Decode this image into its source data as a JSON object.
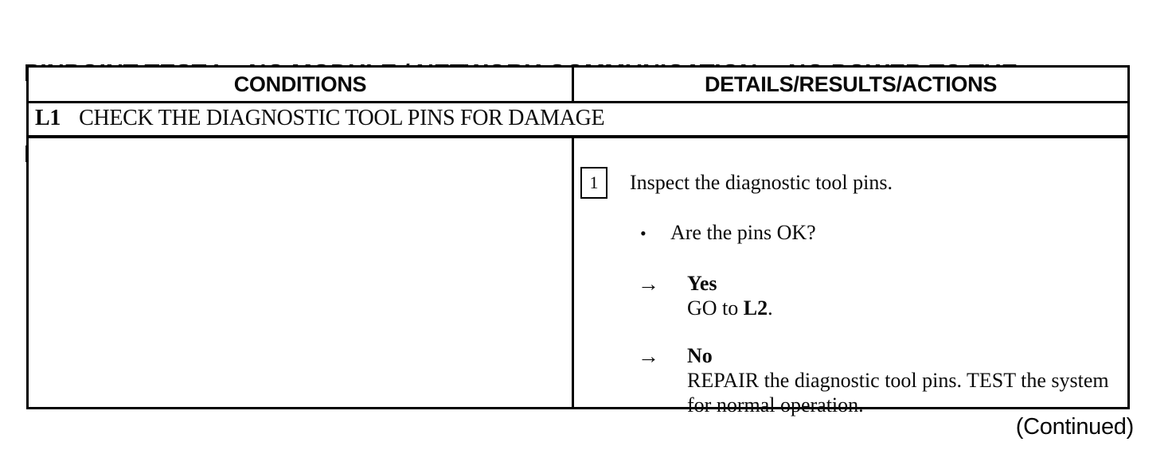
{
  "title": {
    "lines": [
      "PINPOINT TEST L:  NO MODULE / NETWORK COMMUNICATION —NO POWER TO THE",
      "DIAGNOSTIC TOOL"
    ]
  },
  "table": {
    "headers": {
      "conditions": "CONDITIONS",
      "details": "DETAILS/RESULTS/ACTIONS"
    },
    "test_step": {
      "id": "L1",
      "title": "CHECK THE DIAGNOSTIC TOOL PINS FOR DAMAGE"
    },
    "details_cell": {
      "step_number": "1",
      "instruction": "Inspect the diagnostic tool pins.",
      "bullet_glyph": "•",
      "question": "Are the pins OK?",
      "arrow_glyph": "→",
      "outcomes": [
        {
          "label": "Yes",
          "action_parts": [
            {
              "t": "GO to ",
              "b": false
            },
            {
              "t": "L2",
              "b": true
            },
            {
              "t": ".",
              "b": false
            }
          ]
        },
        {
          "label": "No",
          "action_parts": [
            {
              "t": "REPAIR the diagnostic tool pins. TEST the system for normal operation.",
              "b": false
            }
          ]
        }
      ]
    }
  },
  "footer": {
    "continued_label": "(Continued)"
  },
  "colors": {
    "ink": "#0a0a0a",
    "paper": "#ffffff"
  }
}
